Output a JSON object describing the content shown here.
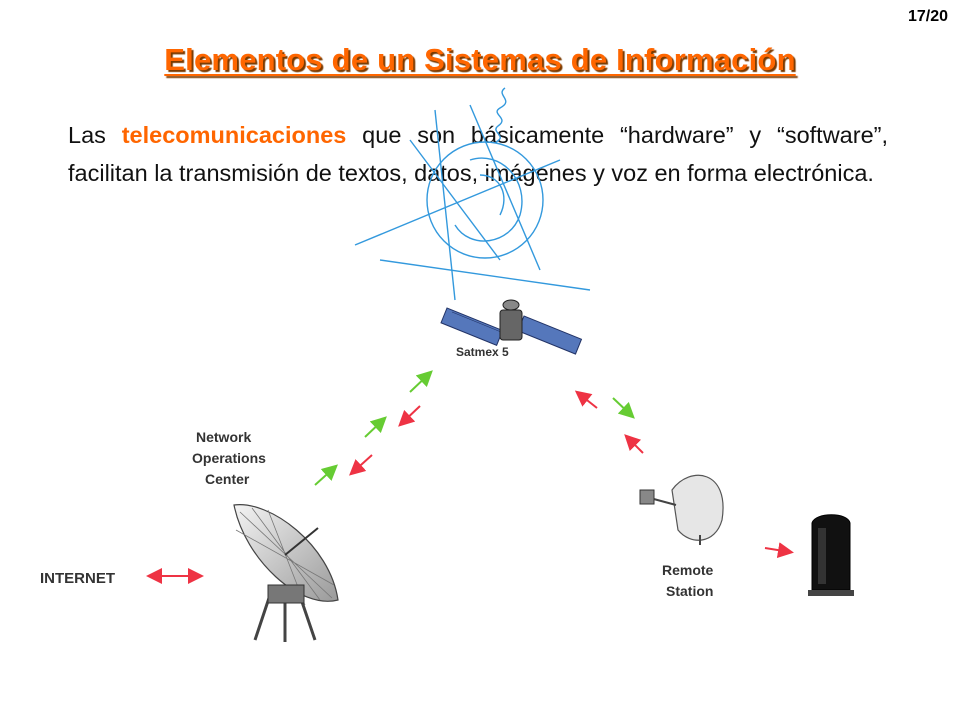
{
  "slide": {
    "page_number": "17/20",
    "title": "Elementos de un Sistemas de Información",
    "paragraph": {
      "part1": "Las ",
      "highlight": "telecomunicaciones",
      "part2": " que son básicamente “hardware” y “software”, facilitan la transmisión de textos, datos, imágenes y voz en forma electrónica."
    }
  },
  "diagram": {
    "satellite_label": "Satmex 5",
    "noc_label_line1": "Network",
    "noc_label_line2": "Operations",
    "noc_label_line3": "Center",
    "internet_label": "INTERNET",
    "remote_label_line1": "Remote",
    "remote_label_line2": "Station"
  },
  "colors": {
    "accent": "#ff6600",
    "uplink_arrow": "#66cc33",
    "downlink_arrow": "#ee3344",
    "sketch_lines": "#3399dd"
  }
}
